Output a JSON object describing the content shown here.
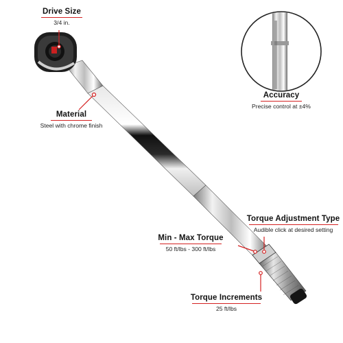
{
  "features": {
    "drive_size": {
      "title": "Drive Size",
      "desc": "3/4 in."
    },
    "accuracy": {
      "title": "Accuracy",
      "desc": "Precise control at ±4%"
    },
    "material": {
      "title": "Material",
      "desc": "Steel with chrome finish"
    },
    "adjustment": {
      "title": "Torque Adjustment Type",
      "desc": "Audible click at desired setting"
    },
    "range": {
      "title": "Min - Max Torque",
      "desc": "50 ft/lbs - 300 ft/lbs"
    },
    "increments": {
      "title": "Torque Increments",
      "desc": "25 ft/lbs"
    }
  },
  "colors": {
    "accent": "#d42020",
    "handle_dark": "#1a1a1a"
  }
}
